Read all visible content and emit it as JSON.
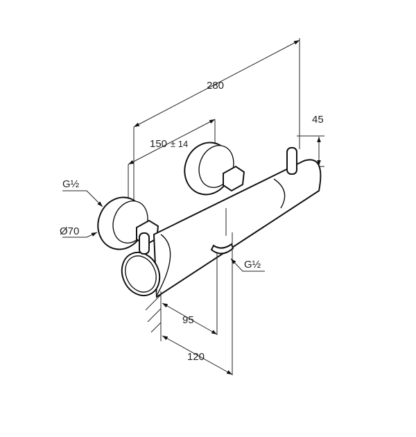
{
  "drawing": {
    "dimensions": {
      "overall_length": "280",
      "inlet_spacing": "150",
      "inlet_tolerance": "± 14",
      "handle_height": "45",
      "inlet_thread_left": "G½",
      "wall_plate_diameter": "Ø70",
      "outlet_thread": "G½",
      "outlet_depth": "95",
      "body_depth": "120"
    }
  }
}
